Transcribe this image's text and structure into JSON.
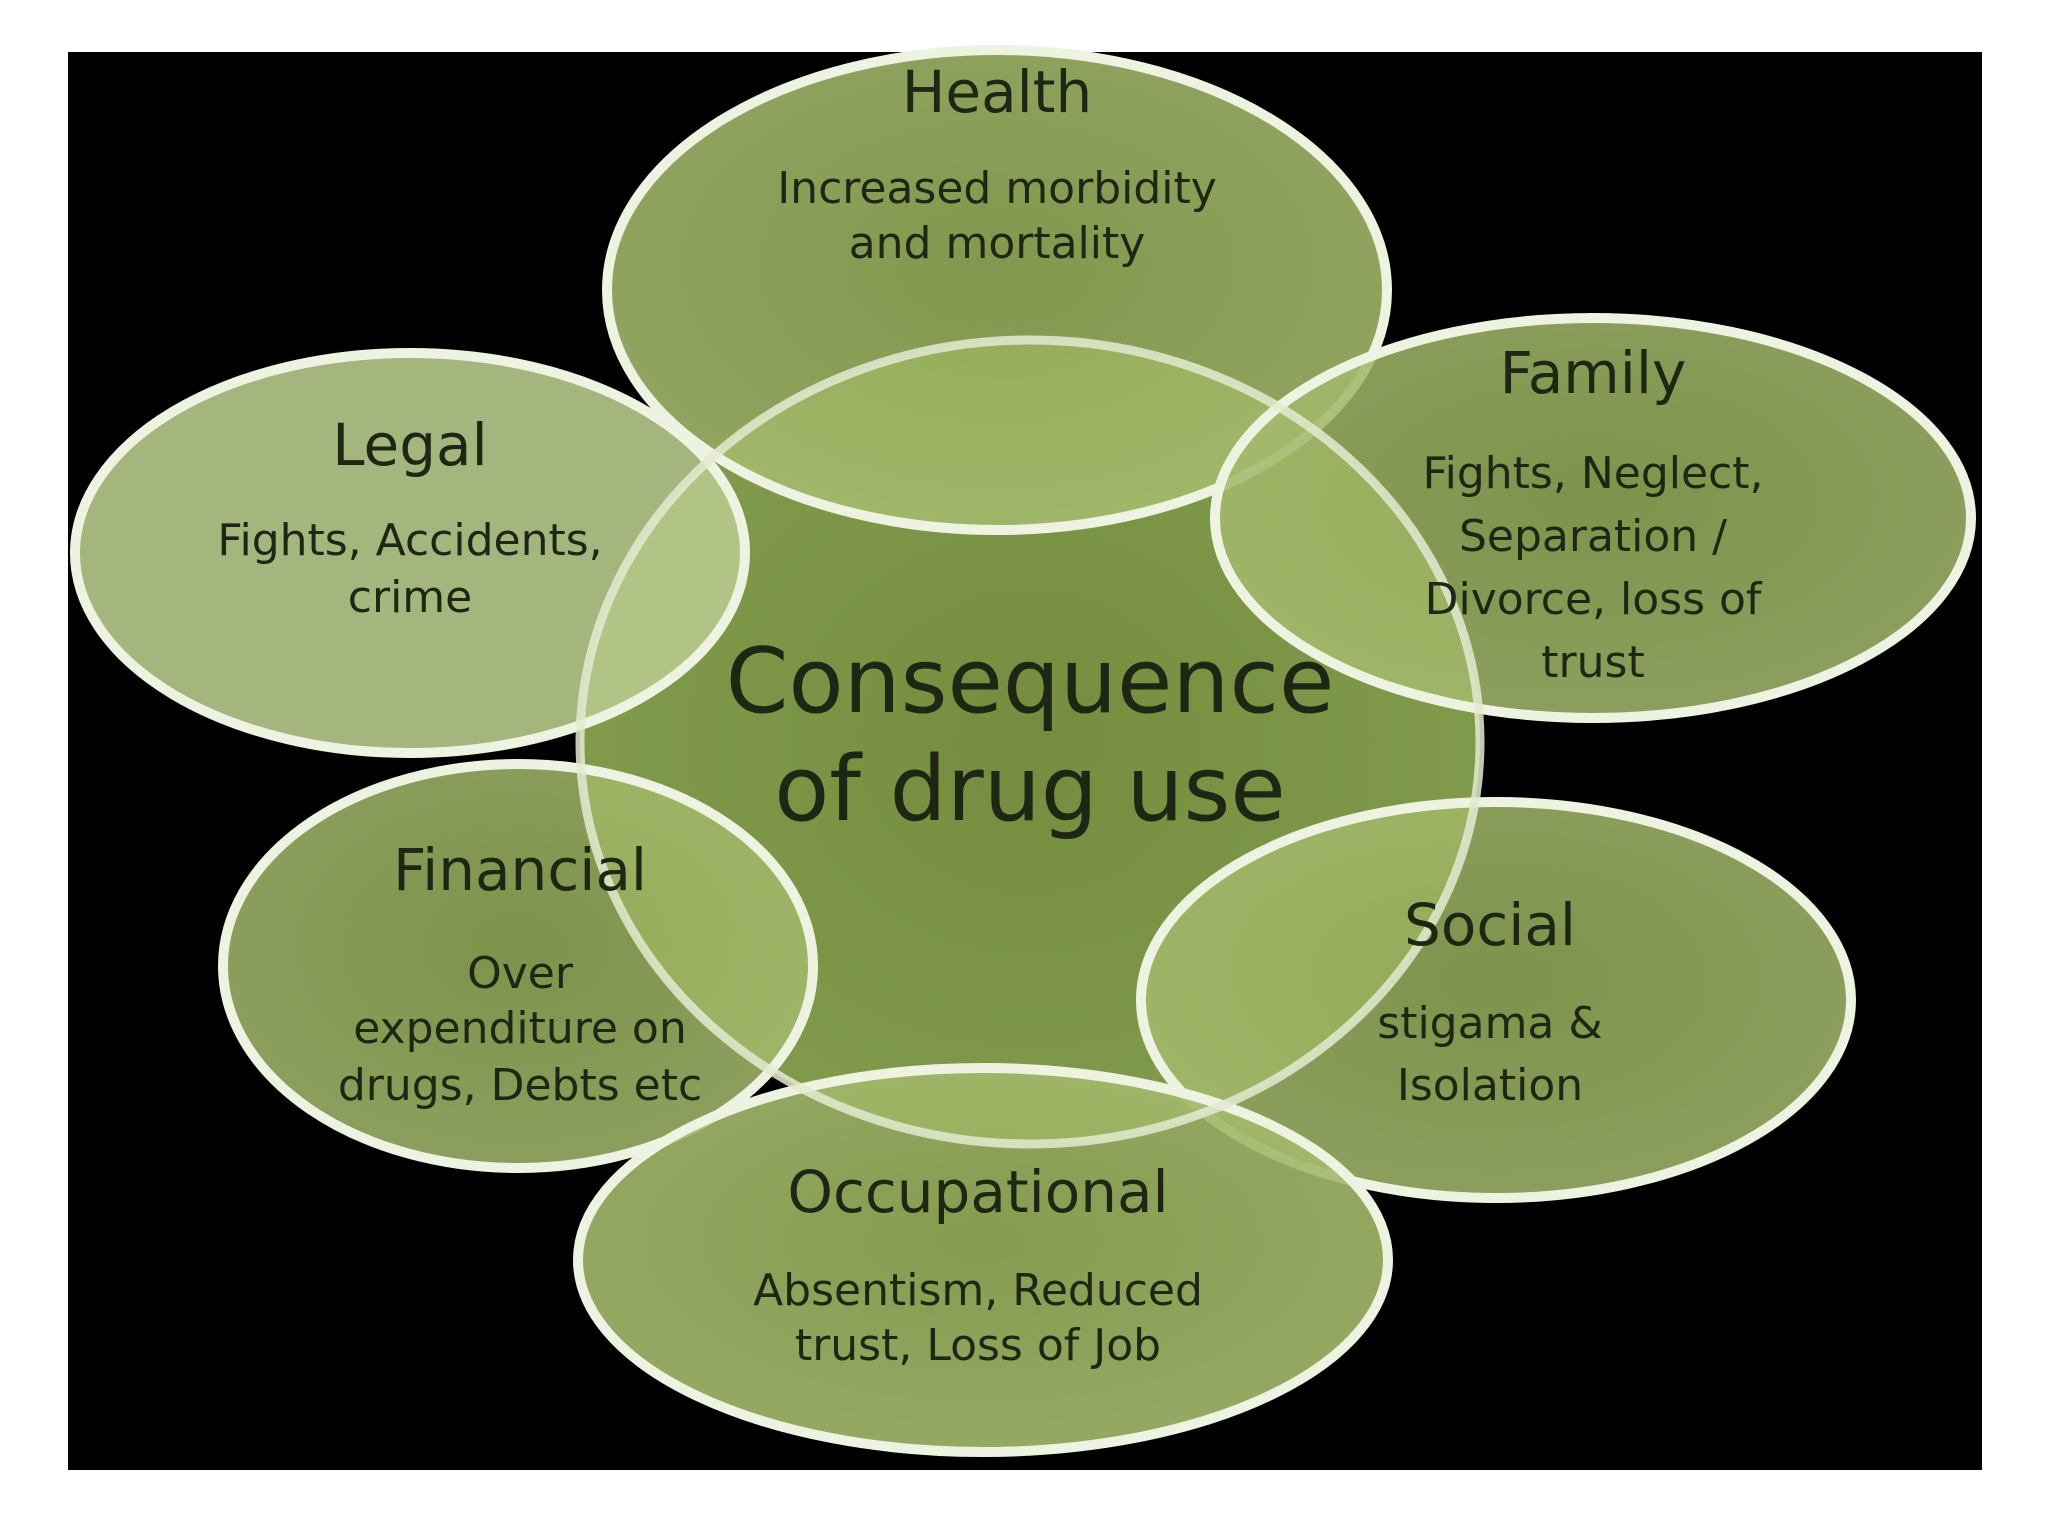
{
  "center": {
    "title_lines": [
      "Consequence",
      "of drug  use"
    ]
  },
  "nodes": [
    {
      "key": "health",
      "title": "Health",
      "lines": [
        "Increased morbidity",
        "and mortality"
      ]
    },
    {
      "key": "family",
      "title": "Family",
      "lines": [
        "Fights, Neglect,",
        "Separation /",
        "Divorce, loss of",
        "trust"
      ]
    },
    {
      "key": "legal",
      "title": "Legal",
      "lines": [
        "Fights, Accidents,",
        "crime"
      ]
    },
    {
      "key": "financial",
      "title": "Financial",
      "lines": [
        "Over",
        "expenditure on",
        "drugs, Debts etc"
      ]
    },
    {
      "key": "social",
      "title": "Social",
      "lines": [
        "stigama &",
        "Isolation"
      ]
    },
    {
      "key": "occupational",
      "title": "Occupational",
      "lines": [
        "Absentism, Reduced",
        "trust, Loss of Job"
      ]
    }
  ],
  "colors": {
    "background": "#000000",
    "center_fill": "#7f9a45",
    "node_fill": "#9db363",
    "outline": "#e8eed6",
    "text": "#1e2614"
  }
}
